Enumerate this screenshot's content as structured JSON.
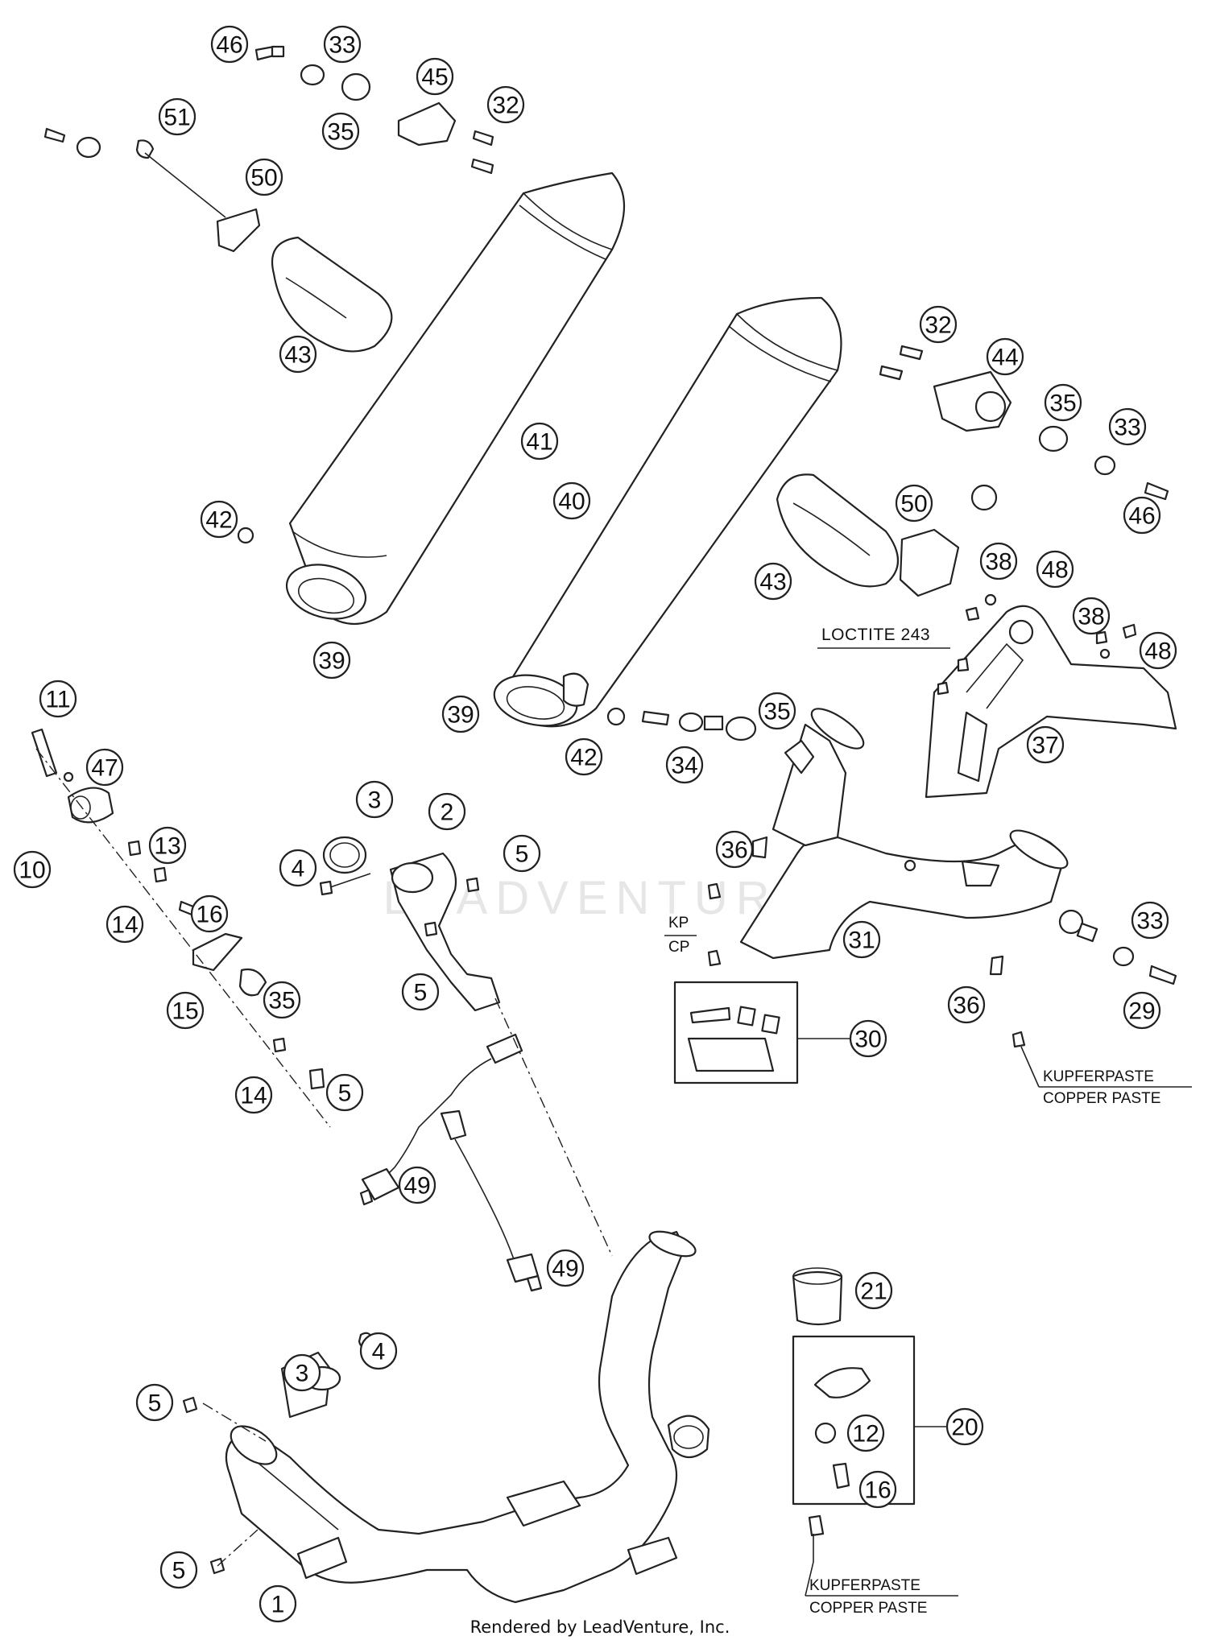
{
  "diagram": {
    "watermark": "LEADVENTURE",
    "credit": "Rendered by LeadVenture, Inc.",
    "notes": {
      "loctite": "LOCTITE 243",
      "kp": "KP",
      "cp": "CP",
      "kupfer_right": "KUPFERPASTE",
      "copper_right": "COPPER PASTE",
      "kupfer_bottom": "KUPFERPASTE",
      "copper_bottom": "COPPER PASTE"
    },
    "callouts": {
      "c46a": "46",
      "c33a": "33",
      "c35a": "35",
      "c45": "45",
      "c32a": "32",
      "c51": "51",
      "c50a": "50",
      "c43a": "43",
      "c41": "41",
      "c42a": "42",
      "c39a": "39",
      "c40": "40",
      "c32b": "32",
      "c44": "44",
      "c35b": "35",
      "c33b": "33",
      "c46b": "46",
      "c43b": "43",
      "c50b": "50",
      "c38a": "38",
      "c48a": "48",
      "c38b": "38",
      "c48b": "48",
      "c37": "37",
      "c39b": "39",
      "c42b": "42",
      "c35c": "35",
      "c34": "34",
      "c36a": "36",
      "c31": "31",
      "c33c": "33",
      "c29": "29",
      "c36b": "36",
      "c30": "30",
      "c11": "11",
      "c47": "47",
      "c10": "10",
      "c13": "13",
      "c14a": "14",
      "c16a": "16",
      "c15": "15",
      "c35d": "35",
      "c14b": "14",
      "c5a": "5",
      "c3a": "3",
      "c2": "2",
      "c4a": "4",
      "c5b": "5",
      "c5c": "5",
      "c49a": "49",
      "c49b": "49",
      "c3b": "3",
      "c4b": "4",
      "c5d": "5",
      "c5e": "5",
      "c1": "1",
      "c21": "21",
      "c20": "20",
      "c12": "12",
      "c16b": "16"
    }
  }
}
